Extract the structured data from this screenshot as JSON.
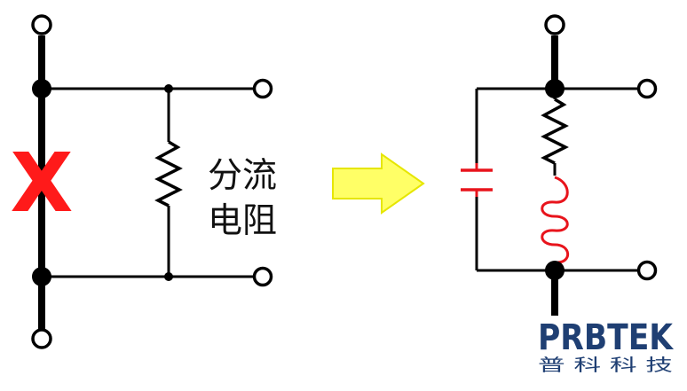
{
  "left_circuit": {
    "failed_mark": "X",
    "shunt_resistor_label_line1": "分流",
    "shunt_resistor_label_line2": "电阻"
  },
  "arrow": {
    "fill_color": "#ffff66",
    "stroke_color": "#e6e600"
  },
  "right_circuit": {
    "parasitic_color": "#e8141c"
  },
  "logo": {
    "brand": "PRBTEK",
    "subtitle": "普 科 科 技",
    "color": "#1f3f73"
  }
}
